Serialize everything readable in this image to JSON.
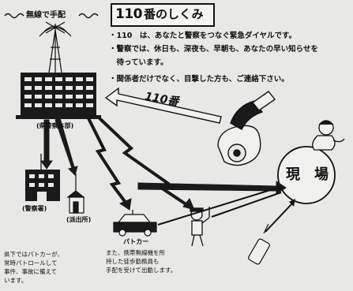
{
  "radio_caption": "無線で手配",
  "title": {
    "number": "110",
    "rest": "番のしくみ"
  },
  "bullets": [
    "・110　は、あなたと警察をつなぐ緊急ダイヤルです。",
    "・警察では、休日も、深夜も、早朝も、あなたの早い知らせを",
    "　待っています。",
    "・関係者だけでなく、目撃した方も、ご連絡下さい。"
  ],
  "call_label": "110番",
  "hq_label": "(県警察本部)",
  "station_label": "(警察署)",
  "koban_label": "(派出所)",
  "patrol_car_label": "パトカー",
  "scene_label": "現　場",
  "patrol_note": [
    "県下ではパトカーが、",
    "常時パトロールして",
    "事件、事故に備えて",
    "います。"
  ],
  "mobile_note": [
    "また、携帯無線機を所",
    "持した徒歩勤務員も",
    "手配を受けて出動します。"
  ]
}
